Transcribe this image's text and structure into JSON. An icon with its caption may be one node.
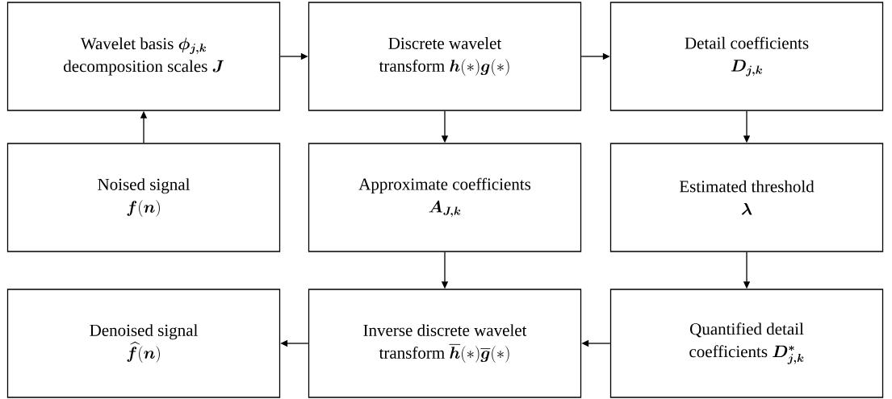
{
  "diagram": {
    "nodes": [
      {
        "text": [
          "\\text{Wavelet basis }\\boldsymbol{\\phi_{j,k}}",
          "\\text{decomposition scales }\\boldsymbol{J}"
        ]
      },
      {
        "text": [
          "\\text{Discrete wavelet}",
          "\\text{transform }\\boldsymbol{h}(*)\\boldsymbol{g}(*)"
        ]
      },
      {
        "text": [
          "\\text{Detail coefficients}",
          "\\boldsymbol{D_{j,k}}"
        ]
      },
      {
        "text": [
          "\\text{Noised signal}",
          "\\boldsymbol{f}(\\boldsymbol{n})"
        ]
      },
      {
        "text": [
          "\\text{Approximate coefficients}",
          "\\boldsymbol{A_{J,k}}"
        ]
      },
      {
        "text": [
          "\\text{Estimated threshold}",
          "\\boldsymbol{\\lambda}"
        ]
      },
      {
        "text": [
          "\\text{Denoised signal}",
          "\\widehat{\\boldsymbol{f}}(\\boldsymbol{n})"
        ]
      },
      {
        "text": [
          "\\text{Inverse discrete wavelet}",
          "\\text{transform }\\overline{\\boldsymbol{h}}(*)\\overline{\\boldsymbol{g}}(*)"
        ]
      },
      {
        "text": [
          "\\text{Quantified detail}",
          "\\text{coefficients }\\boldsymbol{D^{*}_{j,k}}"
        ]
      }
    ],
    "edges": [
      {
        "from": 0,
        "to": 1,
        "arrow": "to"
      },
      {
        "from": 1,
        "to": 2,
        "arrow": "to"
      },
      {
        "from": 3,
        "to": 0,
        "arrow": "to"
      },
      {
        "from": 1,
        "to": 4,
        "arrow": "to"
      },
      {
        "from": 2,
        "to": 5,
        "arrow": "to"
      },
      {
        "from": 4,
        "to": 7,
        "arrow": "to"
      },
      {
        "from": 5,
        "to": 8,
        "arrow": "to"
      },
      {
        "from": 8,
        "to": 7,
        "arrow": "to"
      },
      {
        "from": 7,
        "to": 6,
        "arrow": "to"
      }
    ]
  }
}
